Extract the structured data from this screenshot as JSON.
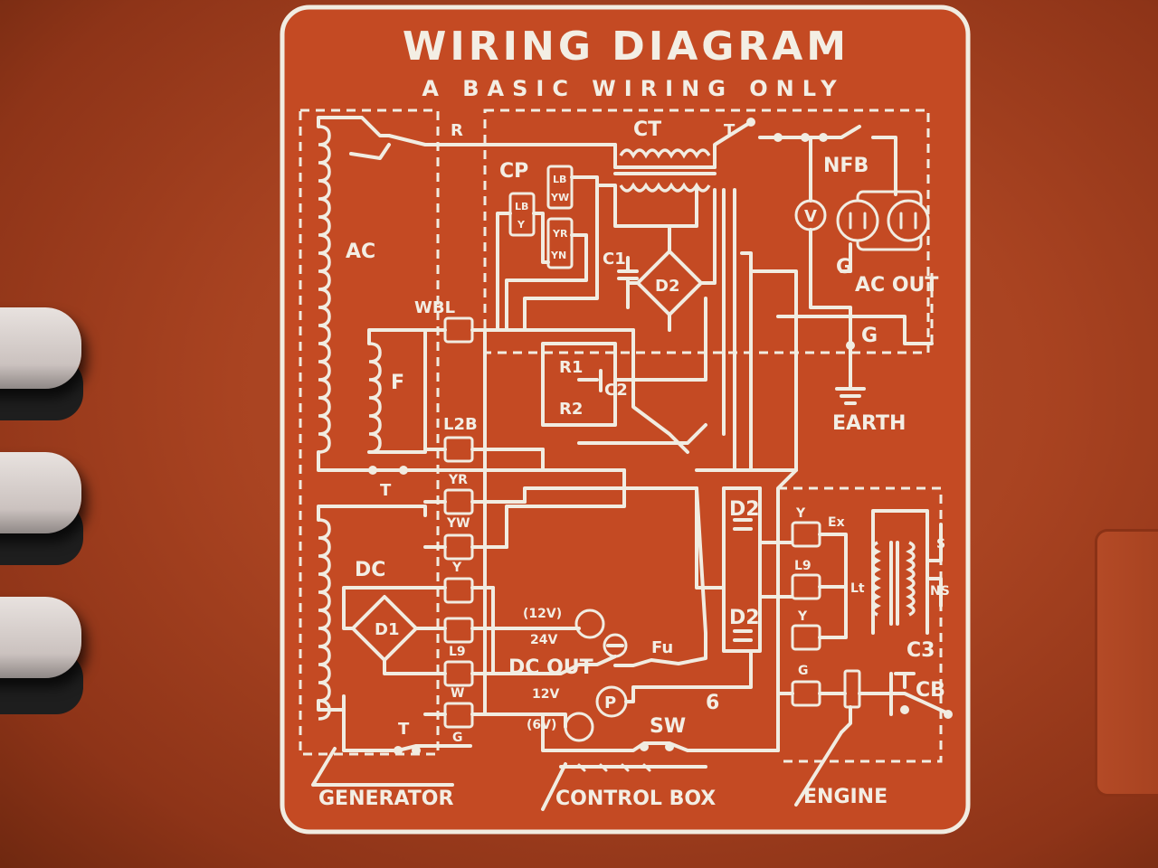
{
  "title": "WIRING DIAGRAM",
  "subtitle": "A BASIC WIRING ONLY",
  "sections": {
    "generator": "GENERATOR",
    "control_box": "CONTROL BOX",
    "engine": "ENGINE"
  },
  "labels": {
    "R": "R",
    "CT": "CT",
    "T_top": "T",
    "CP": "CP",
    "NFB": "NFB",
    "AC": "AC",
    "V": "V",
    "G1": "G",
    "AC_OUT": "AC OUT",
    "G2": "G",
    "EARTH": "EARTH",
    "C1": "C1",
    "D2_top": "D2",
    "WBL": "WBL",
    "R1": "R1",
    "C2": "C2",
    "R2": "R2",
    "F": "F",
    "L2B": "L2B",
    "T_gen": "T",
    "YR": "YR",
    "YW": "YW",
    "Y": "Y",
    "DC": "DC",
    "D1": "D1",
    "L9": "L9",
    "W": "W",
    "G": "G",
    "T_bottom": "T",
    "D2_mid": "D2",
    "D2_low": "D2",
    "Y_eng": "Y",
    "L9_eng": "L9",
    "Y2_eng": "Y",
    "G_eng": "G",
    "Ex": "Ex",
    "Lt": "Lt",
    "S": "S",
    "NS": "NS",
    "C3": "C3",
    "CB": "CB",
    "v12_top": "(12V)",
    "v24": "24V",
    "DC_OUT": "DC OUT",
    "v12": "12V",
    "v6": "(6V)",
    "Fu": "Fu",
    "P": "P",
    "SW": "SW",
    "six": "6",
    "sw_lb": "LB",
    "sw_y": "Y",
    "sw_yw": "YW",
    "sw_yr": "YR",
    "sw_yn": "YN"
  },
  "colors": {
    "plate": "#c44a23",
    "ink": "#f1ece1",
    "housing": "#a94321"
  }
}
